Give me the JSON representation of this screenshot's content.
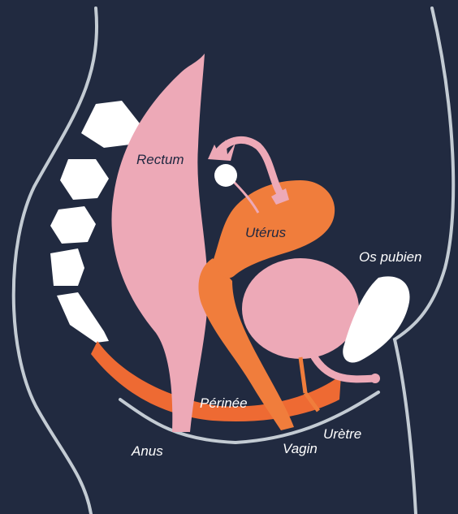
{
  "colors": {
    "background": "#212a40",
    "outline": "#c3cbd3",
    "pink": "#eda9b7",
    "orange": "#f07d3c",
    "perineum": "#ee6a33",
    "bone": "#ffffff",
    "label_dark": "#1f2740",
    "label_light": "#ffffff"
  },
  "labels": {
    "rectum": "Rectum",
    "uterus": "Utérus",
    "os_pubien": "Os pubien",
    "perinee": "Périnée",
    "anus": "Anus",
    "vagin": "Vagin",
    "uretre": "Urètre"
  }
}
